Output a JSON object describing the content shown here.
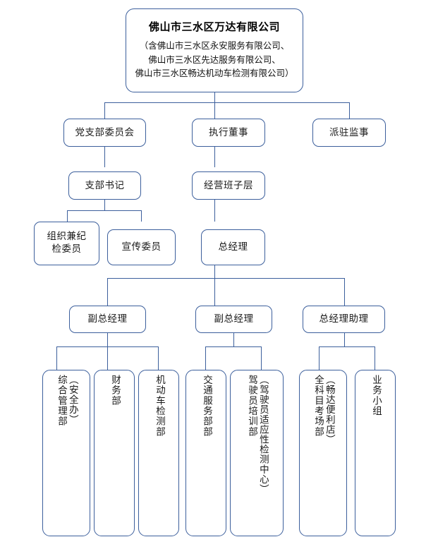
{
  "chart": {
    "type": "org-chart",
    "accent_color": "#3c5f9c",
    "root": {
      "title": "佛山市三水区万达有限公司",
      "subtitle": "（含佛山市三水区永安服务有限公司、\n佛山市三水区先达服务有限公司、\n佛山市三水区畅达机动车检测有限公司）"
    },
    "level2": [
      {
        "label": "党支部委员会"
      },
      {
        "label": "执行董事"
      },
      {
        "label": "派驻监事"
      }
    ],
    "level3": [
      {
        "label": "支部书记"
      },
      {
        "label": "经营班子层"
      }
    ],
    "level4": [
      {
        "label": "组织兼纪\n检委员"
      },
      {
        "label": "宣传委员"
      },
      {
        "label": "总经理"
      }
    ],
    "level5": [
      {
        "label": "副总经理"
      },
      {
        "label": "副总经理"
      },
      {
        "label": "总经理助理"
      }
    ],
    "departments": [
      {
        "main": "综合管理部",
        "paren": "（安全办）"
      },
      {
        "main": "财务部",
        "paren": ""
      },
      {
        "main": "机动车检测部",
        "paren": ""
      },
      {
        "main": "交通服务部部",
        "paren": ""
      },
      {
        "main": "驾驶员培训部",
        "paren": "（驾驶员适应性检测中心）"
      },
      {
        "main": "全科目考场部",
        "paren": "（畅达便利店）"
      },
      {
        "main": "业务小组",
        "paren": ""
      }
    ]
  }
}
